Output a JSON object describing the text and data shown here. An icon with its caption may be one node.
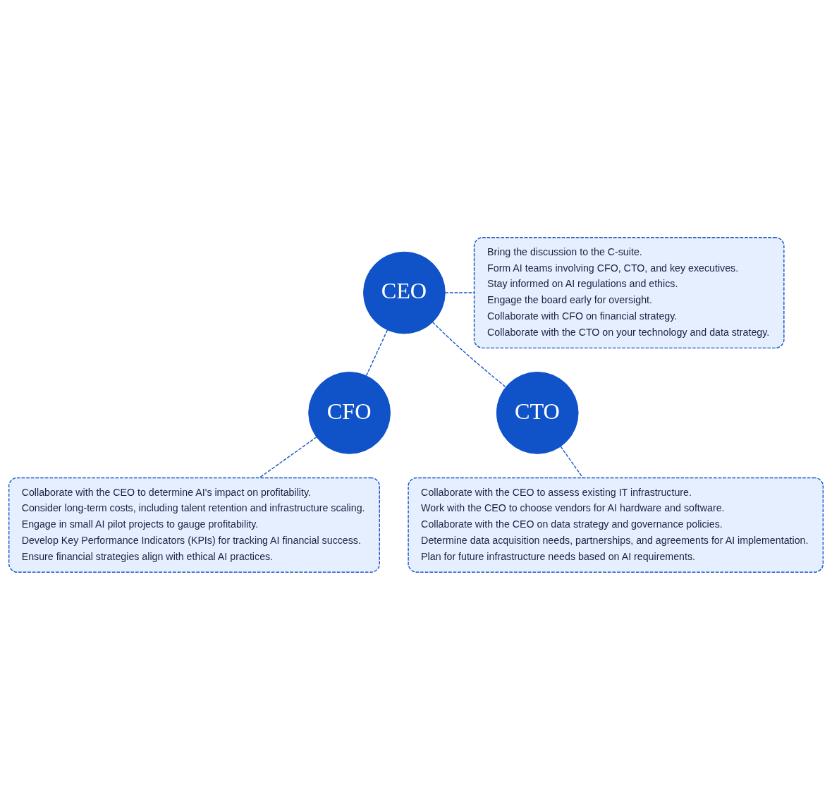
{
  "diagram": {
    "nodes": [
      {
        "text": [
          "CEO"
        ]
      },
      {
        "text": [
          "Bring the discussion to the C-suite.",
          "Form AI teams involving CFO, CTO, and key executives.",
          "Stay informed on AI regulations and ethics.",
          "Engage the board early for oversight.",
          "Collaborate with CFO on financial strategy.",
          "Collaborate with the CTO on your technology and data strategy."
        ]
      },
      {
        "text": [
          "CFO"
        ]
      },
      {
        "text": [
          "Collaborate with the CEO to determine AI's impact on profitability.",
          "Consider long-term costs, including talent retention and infrastructure scaling.",
          "Engage in small AI pilot projects to gauge profitability.",
          "Develop Key Performance Indicators (KPIs) for tracking AI financial success.",
          "Ensure financial strategies align with ethical AI practices."
        ]
      },
      {
        "text": [
          "CTO"
        ]
      },
      {
        "text": [
          "Collaborate with the CEO to assess existing IT infrastructure.",
          "Work with the CEO to choose vendors for AI hardware and software.",
          "Collaborate with the CEO on data strategy and governance policies.",
          "Determine data acquisition needs, partnerships, and agreements for AI implementation.",
          "Plan for future infrastructure needs based on AI requirements."
        ]
      }
    ],
    "edges": [
      {
        "from": 0,
        "to": 1,
        "arrow": "none"
      },
      {
        "from": 0,
        "to": 2,
        "arrow": "none"
      },
      {
        "from": 2,
        "to": 3,
        "arrow": "none"
      },
      {
        "from": 0,
        "to": 4,
        "arrow": "none"
      },
      {
        "from": 4,
        "to": 5,
        "arrow": "none"
      }
    ]
  }
}
